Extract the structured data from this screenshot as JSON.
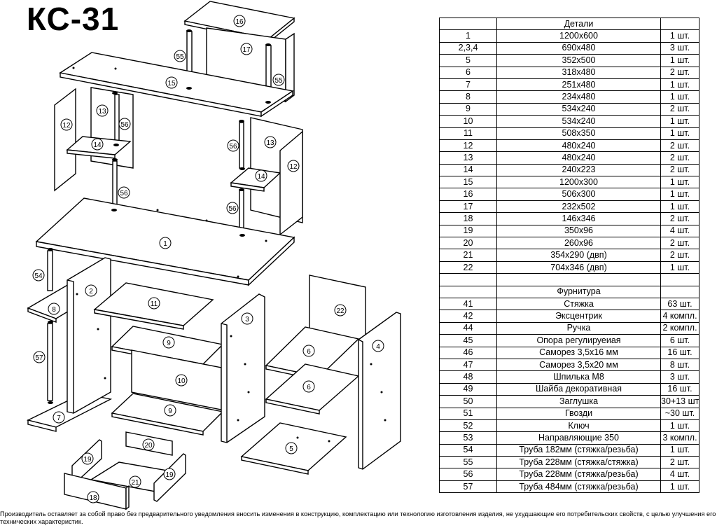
{
  "title": "КС-31",
  "table": {
    "details_header": "Детали",
    "details": [
      [
        "1",
        "1200x600",
        "1 шт."
      ],
      [
        "2,3,4",
        "690x480",
        "3 шт."
      ],
      [
        "5",
        "352x500",
        "1 шт."
      ],
      [
        "6",
        "318x480",
        "2 шт."
      ],
      [
        "7",
        "251x480",
        "1 шт."
      ],
      [
        "8",
        "234x480",
        "1 шт."
      ],
      [
        "9",
        "534x240",
        "2 шт."
      ],
      [
        "10",
        "534x240",
        "1 шт."
      ],
      [
        "11",
        "508x350",
        "1 шт."
      ],
      [
        "12",
        "480x240",
        "2 шт."
      ],
      [
        "13",
        "480x240",
        "2 шт."
      ],
      [
        "14",
        "240x223",
        "2 шт."
      ],
      [
        "15",
        "1200x300",
        "1 шт."
      ],
      [
        "16",
        "506x300",
        "1 шт."
      ],
      [
        "17",
        "232x502",
        "1 шт."
      ],
      [
        "18",
        "146x346",
        "2 шт."
      ],
      [
        "19",
        "350x96",
        "4 шт."
      ],
      [
        "20",
        "260x96",
        "2 шт."
      ],
      [
        "21",
        "354x290 (двп)",
        "2 шт."
      ],
      [
        "22",
        "704x346 (двп)",
        "1 шт."
      ]
    ],
    "hardware_header": "Фурнитура",
    "hardware": [
      [
        "41",
        "Стяжка",
        "63 шт."
      ],
      [
        "42",
        "Эксцентрик",
        "4 компл."
      ],
      [
        "44",
        "Ручка",
        "2 компл."
      ],
      [
        "45",
        "Опора регулируеиая",
        "6 шт."
      ],
      [
        "46",
        "Саморез 3,5х16 мм",
        "16 шт."
      ],
      [
        "47",
        "Саморез 3,5х20 мм",
        "8 шт."
      ],
      [
        "48",
        "Шпилька М8",
        "3 шт."
      ],
      [
        "49",
        "Шайба декоративная",
        "16 шт."
      ],
      [
        "50",
        "Заглушка",
        "30+13 шт."
      ],
      [
        "51",
        "Гвозди",
        "~30 шт."
      ],
      [
        "52",
        "Ключ",
        "1 шт."
      ],
      [
        "53",
        "Направляющие 350",
        "3 компл."
      ],
      [
        "54",
        "Труба 182мм (стяжка/резьба)",
        "1 шт."
      ],
      [
        "55",
        "Труба 228мм (стяжка/стяжка)",
        "2 шт."
      ],
      [
        "56",
        "Труба 228мм (стяжка/резьба)",
        "4 шт."
      ],
      [
        "57",
        "Труба 484мм (стяжка/резьба)",
        "1 шт."
      ]
    ]
  },
  "drawing_labels": {
    "p1": "1",
    "p2": "2",
    "p3": "3",
    "p4": "4",
    "p5": "5",
    "p6a": "6",
    "p6b": "6",
    "p7": "7",
    "p8": "8",
    "p9a": "9",
    "p9b": "9",
    "p10": "10",
    "p11": "11",
    "p12a": "12",
    "p12b": "12",
    "p13a": "13",
    "p13b": "13",
    "p14a": "14",
    "p14b": "14",
    "p15": "15",
    "p16": "16",
    "p17": "17",
    "p18": "18",
    "p19a": "19",
    "p19b": "19",
    "p20": "20",
    "p21": "21",
    "p22": "22",
    "t54": "54",
    "t55a": "55",
    "t55b": "55",
    "t56a": "56",
    "t56b": "56",
    "t56c": "56",
    "t56d": "56",
    "t57": "57"
  },
  "footer": "Производитель оставляет за собой право без предварительного уведомления вносить изменения в конструкцию, комплектацию или технологию изготовления изделия, не ухудшающие его потребительских свойств, с целью улучшения его технических характеристик."
}
